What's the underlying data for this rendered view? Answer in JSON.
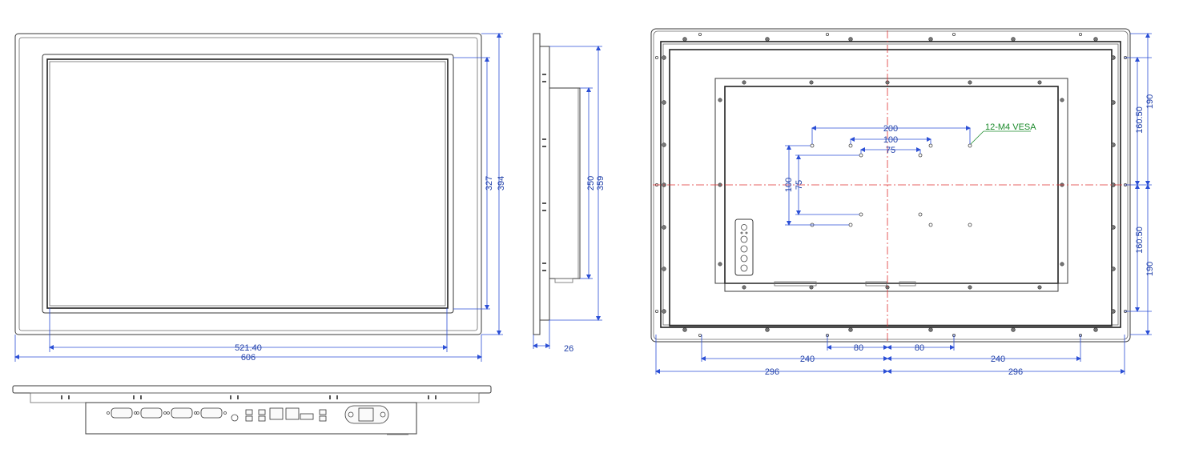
{
  "drawing": {
    "front_view": {
      "width_overall": "606",
      "width_display": "521.40",
      "height_display": "327",
      "height_overall": "394"
    },
    "side_view": {
      "height_inner": "250",
      "height_overall": "359",
      "depth": "26"
    },
    "rear_view": {
      "vesa_note": "12-M4 VESA",
      "vesa_200": "200",
      "vesa_100_h": "100",
      "vesa_75_h": "75",
      "vesa_100_v": "100",
      "vesa_75_v": "75",
      "upper_half_inner": "160.50",
      "upper_half_outer": "190",
      "lower_half_inner": "160.50",
      "lower_half_outer": "190",
      "left_80": "80",
      "right_80": "80",
      "left_240": "240",
      "right_240": "240",
      "left_296": "296",
      "right_296": "296"
    }
  },
  "colors": {
    "outline": "#3a3a3a",
    "dimension": "#2b4fd6",
    "centerline": "#e03030",
    "note": "#1a8a2a"
  }
}
